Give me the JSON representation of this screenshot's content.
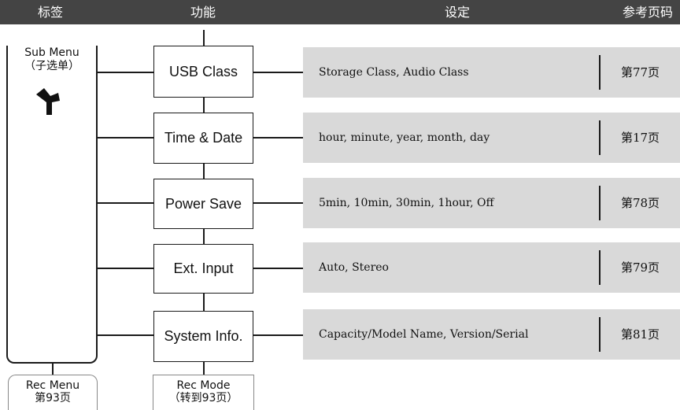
{
  "header": {
    "col_label": "标签",
    "col_function": "功能",
    "col_setting": "设定",
    "col_page": "参考页码"
  },
  "submenu": {
    "title": "Sub Menu",
    "subtitle": "（子选单）",
    "icon": "wrench-icon"
  },
  "functions": [
    {
      "name": "USB Class",
      "setting": "Storage Class, Audio Class",
      "page": "第77页"
    },
    {
      "name": "Time & Date",
      "setting": "hour, minute, year, month, day",
      "page": "第17页"
    },
    {
      "name": "Power Save",
      "setting": "5min, 10min, 30min, 1hour, Off",
      "page": "第78页"
    },
    {
      "name": "Ext. Input",
      "setting": "Auto, Stereo",
      "page": "第79页"
    },
    {
      "name": "System Info.",
      "setting": "Capacity/Model Name, Version/Serial",
      "page": "第81页"
    }
  ],
  "bottom": {
    "rec_menu_label": "Rec Menu",
    "rec_menu_page": "第93页",
    "rec_mode_label": "Rec Mode",
    "rec_mode_page": "（转到93页）"
  },
  "colors": {
    "header_bg": "#444444",
    "setting_bg": "#d9d9d9",
    "line": "#1a1a1a"
  }
}
